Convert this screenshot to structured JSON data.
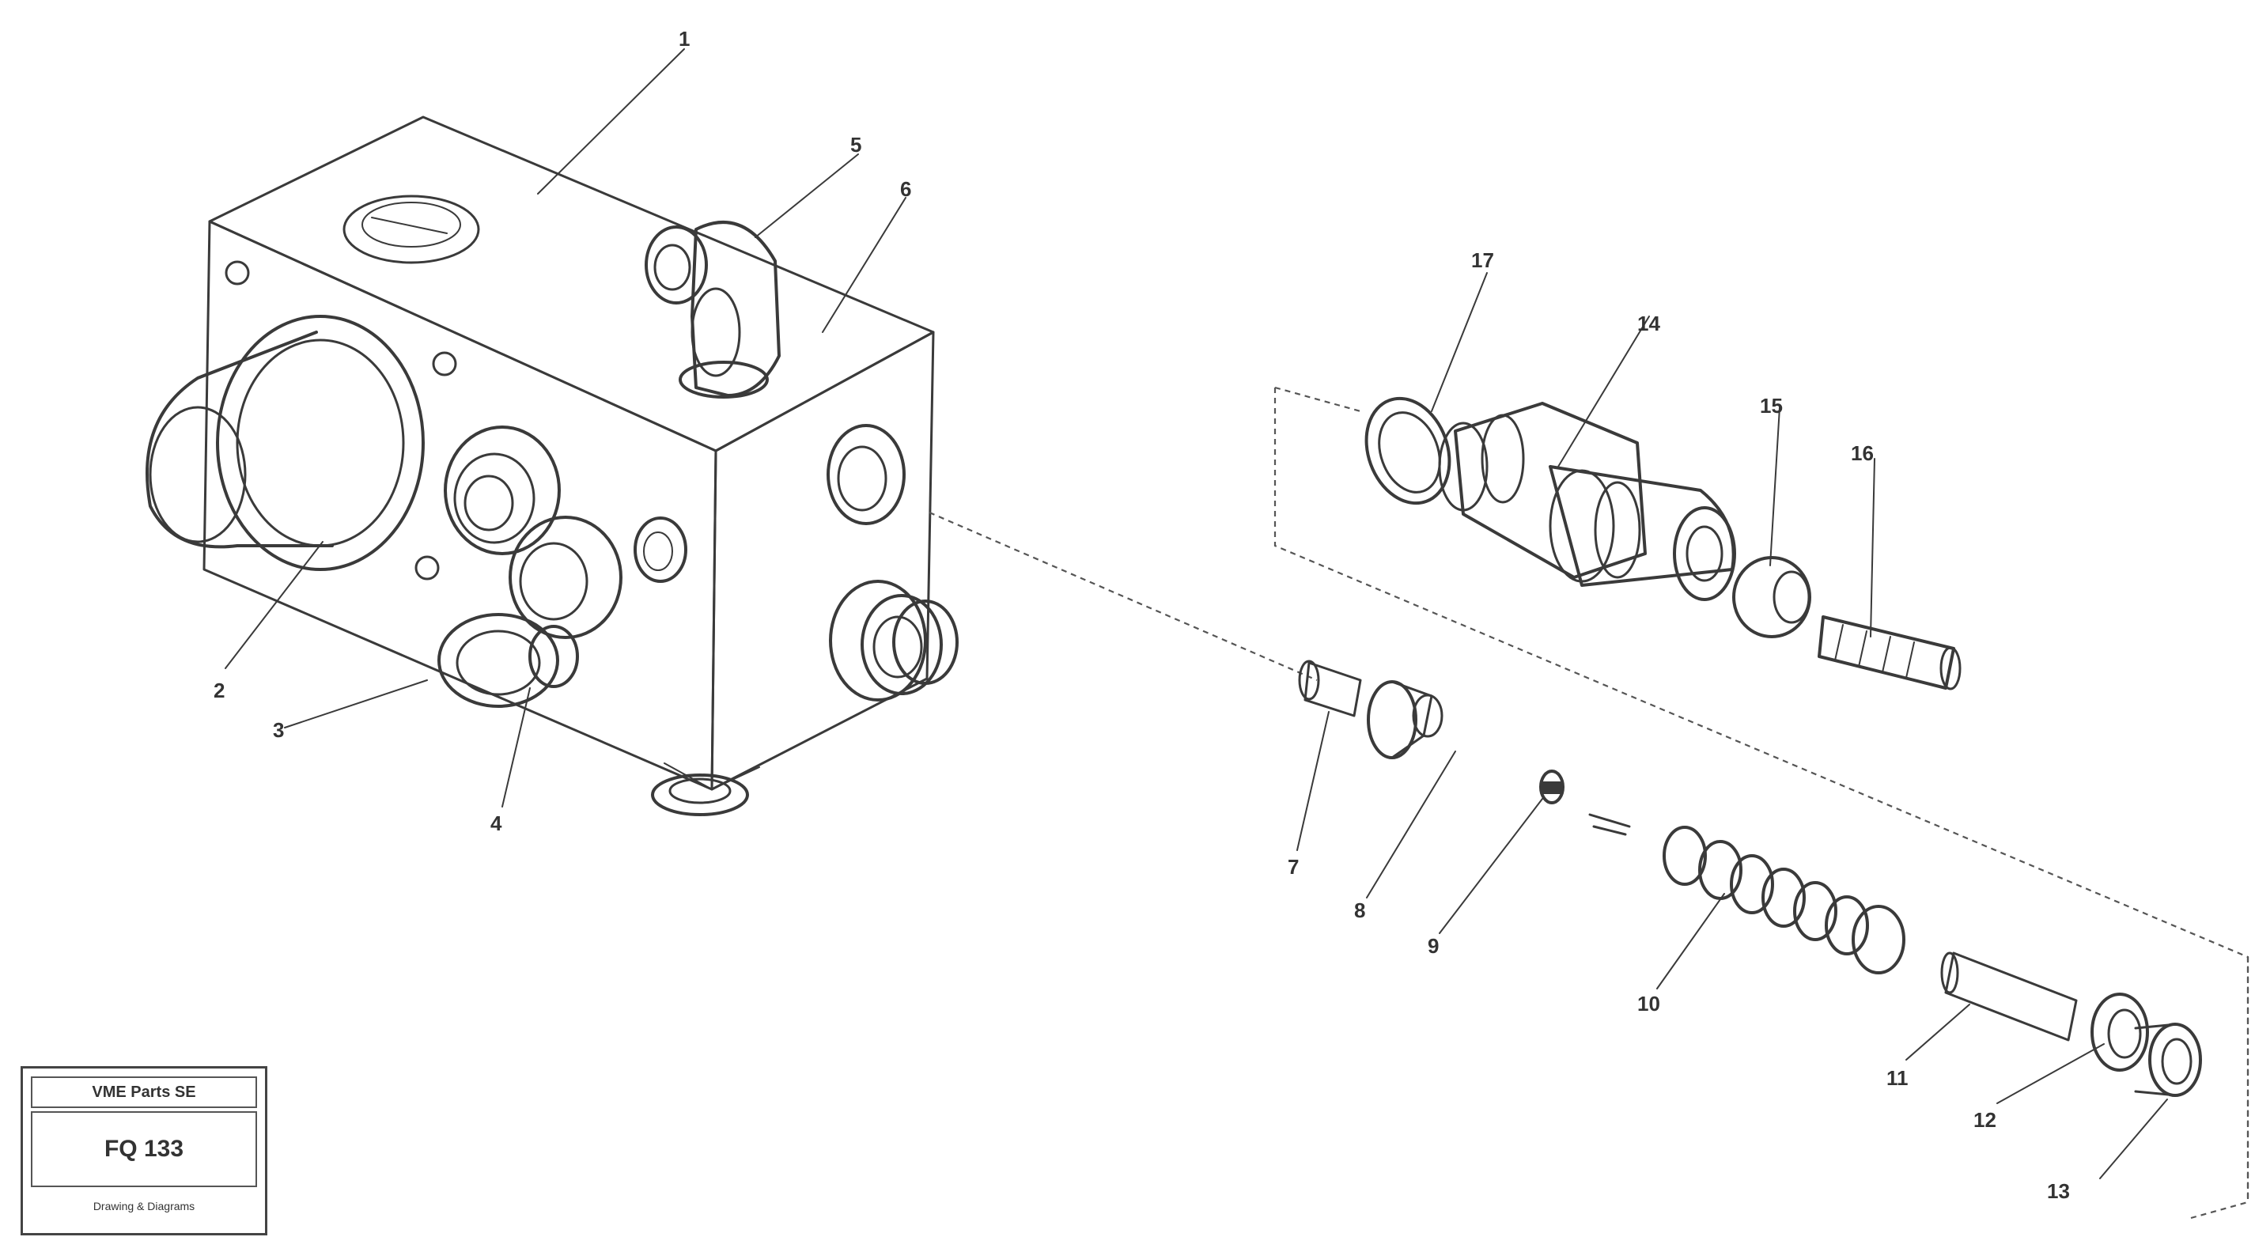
{
  "callouts": {
    "c1": "1",
    "c2": "2",
    "c3": "3",
    "c4": "4",
    "c5": "5",
    "c6": "6",
    "c7": "7",
    "c8": "8",
    "c9": "9",
    "c10": "10",
    "c11": "11",
    "c12": "12",
    "c13": "13",
    "c14": "14",
    "c15": "15",
    "c16": "16",
    "c17": "17"
  },
  "title_block": {
    "line1": "VME Parts SE",
    "code": "FQ 133",
    "line3": "Drawing & Diagrams"
  }
}
